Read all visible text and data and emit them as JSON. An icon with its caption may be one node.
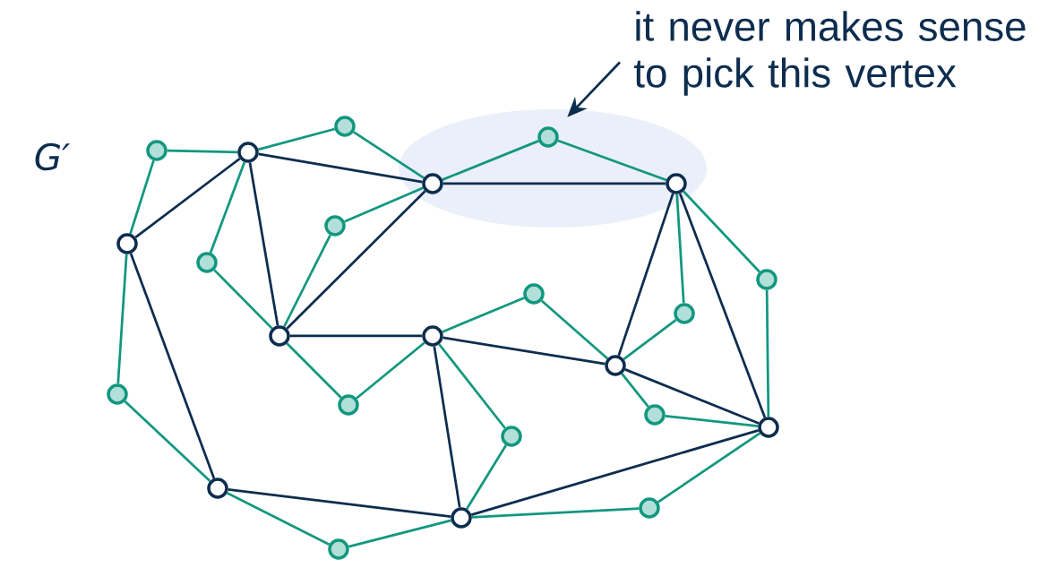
{
  "diagram": {
    "nodes": [
      {
        "text": [
          "it never makes sense to pick this vertex"
        ]
      },
      {
        "text": [],
        "shape": "circle"
      },
      {
        "text": [],
        "shape": "circle"
      },
      {
        "text": [],
        "shape": "circle"
      },
      {
        "text": [],
        "shape": "circle"
      },
      {
        "text": [],
        "shape": "circle"
      },
      {
        "text": [],
        "shape": "circle"
      },
      {
        "text": [],
        "shape": "circle"
      },
      {
        "text": [],
        "shape": "circle"
      },
      {
        "text": [],
        "shape": "circle"
      },
      {
        "text": [],
        "shape": "circle"
      },
      {
        "text": [],
        "shape": "circle"
      },
      {
        "text": [],
        "shape": "circle"
      },
      {
        "text": [],
        "shape": "circle"
      },
      {
        "text": [],
        "shape": "circle"
      },
      {
        "text": [],
        "shape": "circle"
      },
      {
        "text": [],
        "shape": "circle"
      },
      {
        "text": [],
        "shape": "circle"
      },
      {
        "text": [],
        "shape": "circle"
      },
      {
        "text": [],
        "shape": "circle"
      },
      {
        "text": [],
        "shape": "circle"
      },
      {
        "text": [],
        "shape": "circle"
      },
      {
        "text": [],
        "shape": "circle"
      },
      {
        "text": [],
        "shape": "circle"
      },
      {
        "text": [],
        "shape": "circle"
      }
    ],
    "edges": [
      {
        "from": 0,
        "to": 2,
        "arrow": "to",
        "color": "#0d2d4f"
      },
      {
        "from": 4,
        "to": 8,
        "arrow": "none",
        "color": "#0d2d4f"
      },
      {
        "from": 4,
        "to": 5,
        "arrow": "none",
        "color": "#0d2d4f"
      },
      {
        "from": 4,
        "to": 13,
        "arrow": "none",
        "color": "#0d2d4f"
      },
      {
        "from": 5,
        "to": 6,
        "arrow": "none",
        "color": "#0d2d4f"
      },
      {
        "from": 5,
        "to": 13,
        "arrow": "none",
        "color": "#0d2d4f"
      },
      {
        "from": 13,
        "to": 14,
        "arrow": "none",
        "color": "#0d2d4f"
      },
      {
        "from": 14,
        "to": 15,
        "arrow": "none",
        "color": "#0d2d4f"
      },
      {
        "from": 14,
        "to": 23,
        "arrow": "none",
        "color": "#0d2d4f"
      },
      {
        "from": 8,
        "to": 21,
        "arrow": "none",
        "color": "#0d2d4f"
      },
      {
        "from": 21,
        "to": 23,
        "arrow": "none",
        "color": "#0d2d4f"
      },
      {
        "from": 23,
        "to": 19,
        "arrow": "none",
        "color": "#0d2d4f"
      },
      {
        "from": 15,
        "to": 19,
        "arrow": "none",
        "color": "#0d2d4f"
      },
      {
        "from": 15,
        "to": 6,
        "arrow": "none",
        "color": "#0d2d4f"
      },
      {
        "from": 6,
        "to": 19,
        "arrow": "none",
        "color": "#0d2d4f"
      },
      {
        "from": 3,
        "to": 4,
        "arrow": "none"
      },
      {
        "from": 3,
        "to": 8,
        "arrow": "none"
      },
      {
        "from": 4,
        "to": 1,
        "arrow": "none"
      },
      {
        "from": 1,
        "to": 5,
        "arrow": "none"
      },
      {
        "from": 4,
        "to": 9,
        "arrow": "none"
      },
      {
        "from": 9,
        "to": 13,
        "arrow": "none"
      },
      {
        "from": 5,
        "to": 7,
        "arrow": "none"
      },
      {
        "from": 7,
        "to": 13,
        "arrow": "none"
      },
      {
        "from": 5,
        "to": 2,
        "arrow": "none"
      },
      {
        "from": 2,
        "to": 6,
        "arrow": "none"
      },
      {
        "from": 6,
        "to": 12,
        "arrow": "none"
      },
      {
        "from": 12,
        "to": 15,
        "arrow": "none"
      },
      {
        "from": 6,
        "to": 10,
        "arrow": "none"
      },
      {
        "from": 10,
        "to": 19,
        "arrow": "none"
      },
      {
        "from": 14,
        "to": 11,
        "arrow": "none"
      },
      {
        "from": 11,
        "to": 15,
        "arrow": "none"
      },
      {
        "from": 13,
        "to": 17,
        "arrow": "none"
      },
      {
        "from": 17,
        "to": 14,
        "arrow": "none"
      },
      {
        "from": 14,
        "to": 20,
        "arrow": "none"
      },
      {
        "from": 20,
        "to": 23,
        "arrow": "none"
      },
      {
        "from": 15,
        "to": 18,
        "arrow": "none"
      },
      {
        "from": 18,
        "to": 19,
        "arrow": "none"
      },
      {
        "from": 8,
        "to": 16,
        "arrow": "none"
      },
      {
        "from": 16,
        "to": 21,
        "arrow": "none"
      },
      {
        "from": 21,
        "to": 24,
        "arrow": "none"
      },
      {
        "from": 24,
        "to": 23,
        "arrow": "none"
      },
      {
        "from": 23,
        "to": 22,
        "arrow": "none"
      },
      {
        "from": 22,
        "to": 19,
        "arrow": "none"
      }
    ],
    "labels": [
      "G′"
    ]
  }
}
